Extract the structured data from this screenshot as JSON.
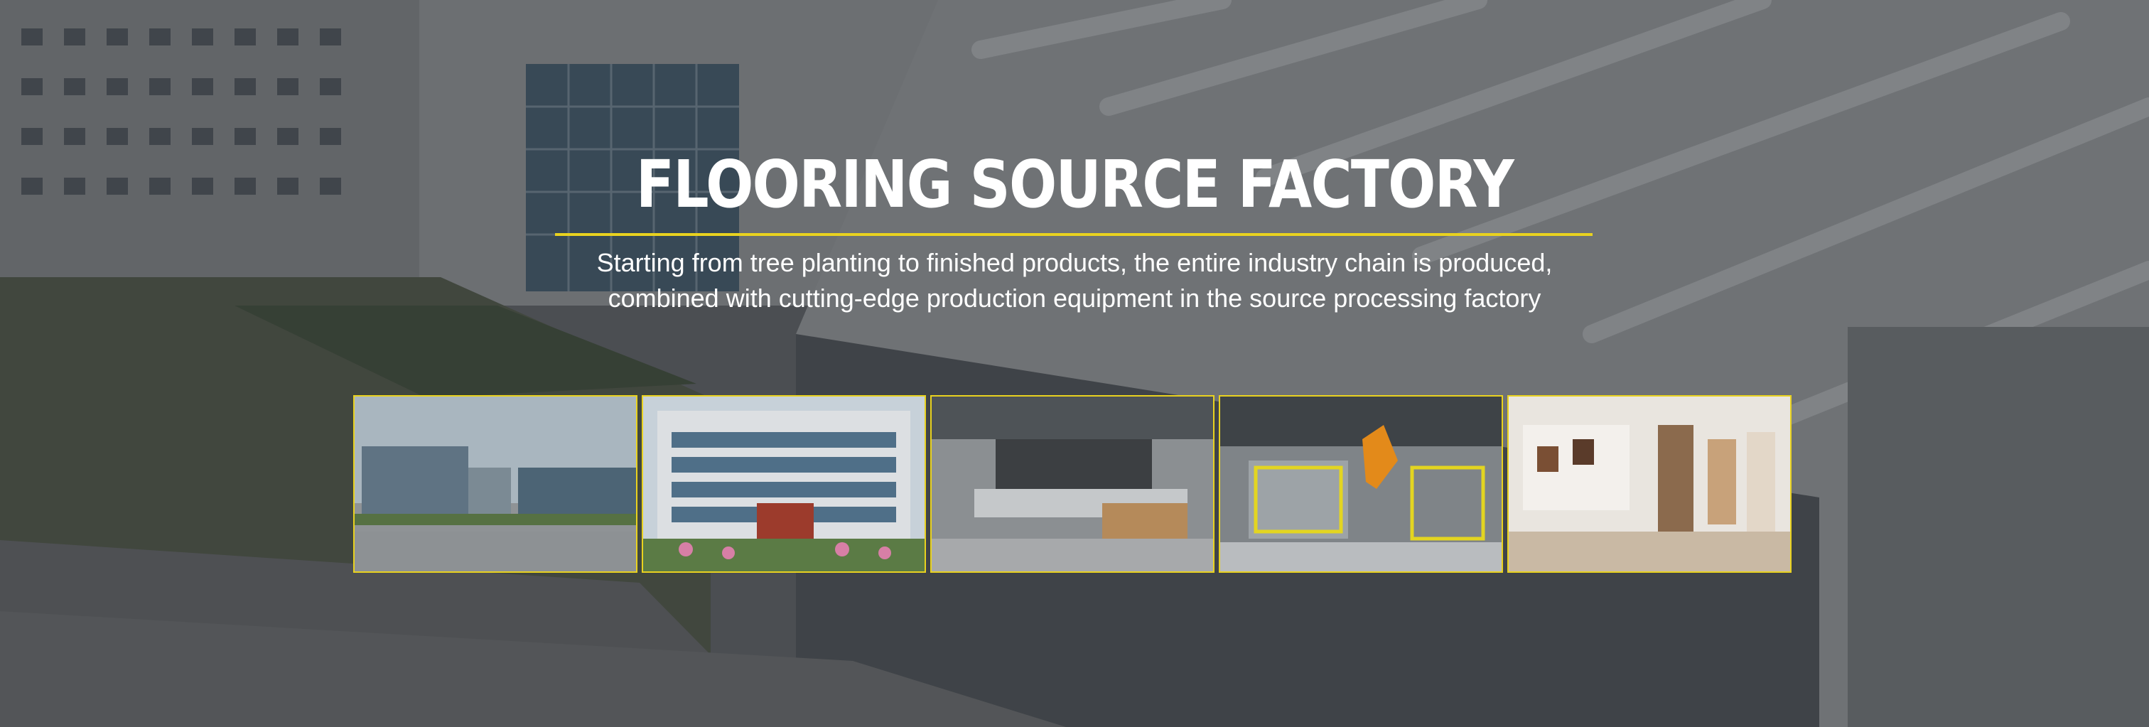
{
  "hero": {
    "title": "FLOORING SOURCE FACTORY",
    "subtitle_line1": "Starting from tree planting to finished products, the entire industry chain is produced,",
    "subtitle_line2": "combined with cutting-edge production equipment in the source processing factory"
  },
  "colors": {
    "accent": "#e9d21f",
    "text": "#ffffff"
  },
  "gallery": [
    {
      "icon": "factory-exterior-photo"
    },
    {
      "icon": "office-building-photo"
    },
    {
      "icon": "production-line-photo"
    },
    {
      "icon": "robotic-arm-workshop-photo"
    },
    {
      "icon": "showroom-photo"
    }
  ]
}
